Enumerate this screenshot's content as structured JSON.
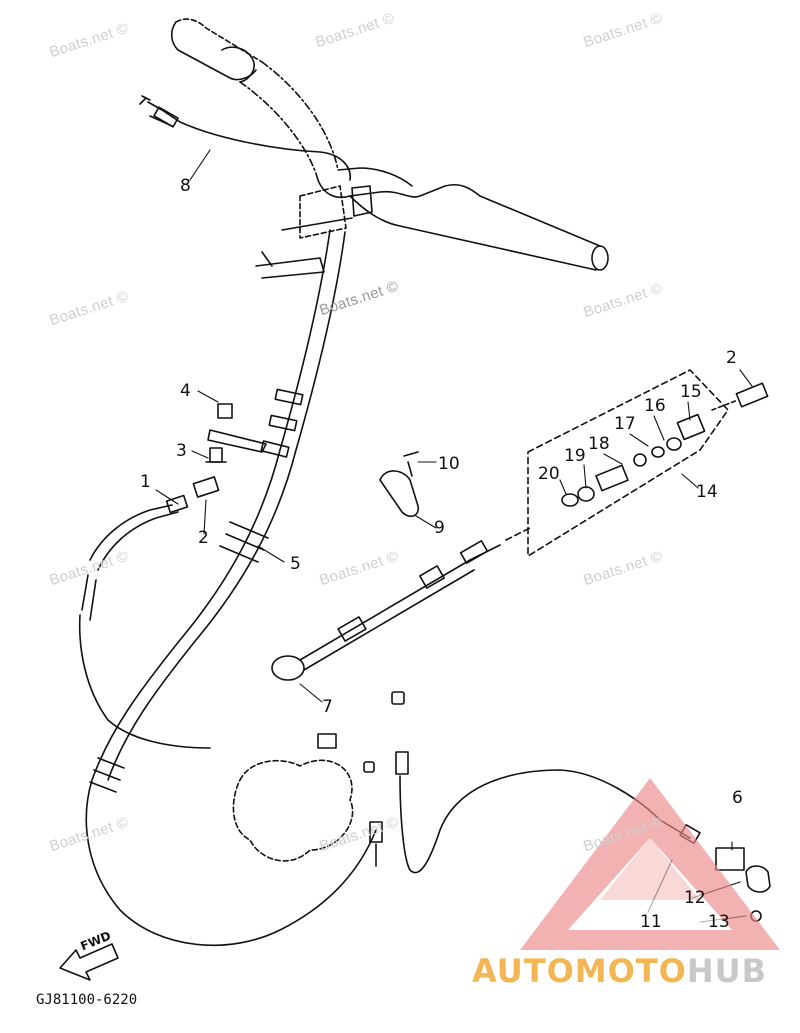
{
  "diagram": {
    "part_code": "GJ81100-6220",
    "fwd_label": "FWD",
    "watermark": "Boats.net ©",
    "callouts": {
      "c1": "1",
      "c2a": "2",
      "c2b": "2",
      "c3": "3",
      "c4": "4",
      "c5": "5",
      "c6": "6",
      "c7": "7",
      "c8": "8",
      "c9": "9",
      "c10": "10",
      "c11": "11",
      "c12": "12",
      "c13": "13",
      "c14": "14",
      "c15": "15",
      "c16": "16",
      "c17": "17",
      "c18": "18",
      "c19": "19",
      "c20": "20"
    }
  },
  "logo": {
    "part1": "AUTOMOTO",
    "part2": "HUB",
    "colors": {
      "triangle": "#ee8a8a",
      "text_primary": "#f2b654",
      "text_secondary": "#c8c8c8"
    }
  }
}
